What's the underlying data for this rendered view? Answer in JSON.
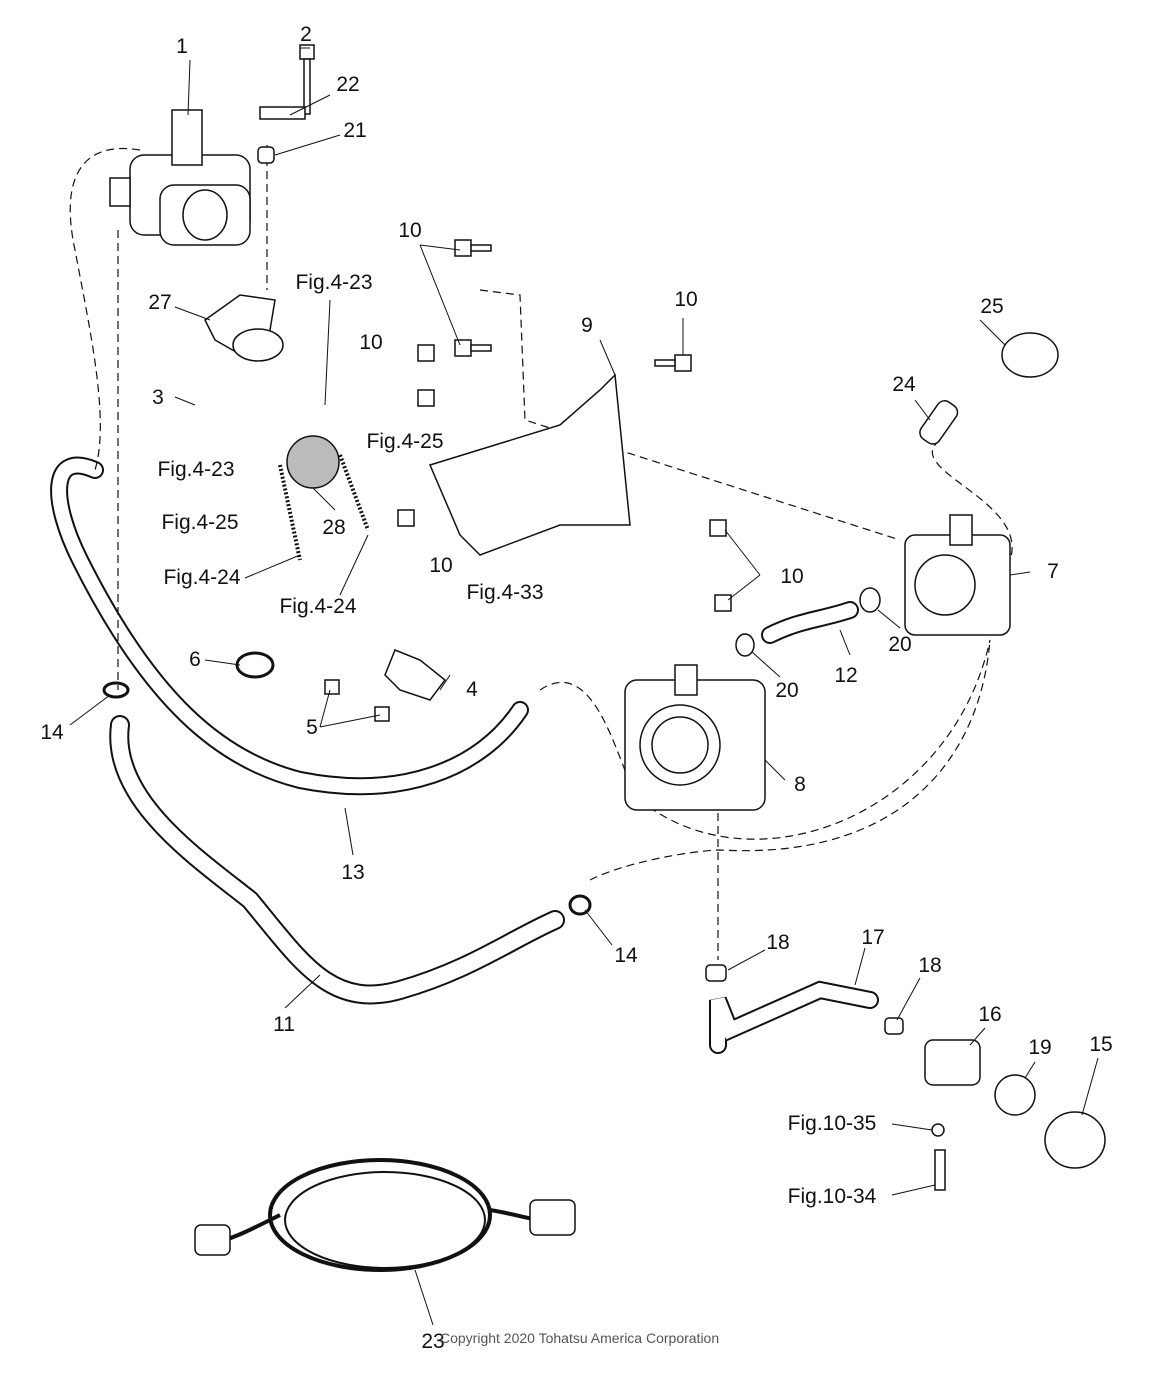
{
  "labels": {
    "l1": "1",
    "l2": "2",
    "l22": "22",
    "l21": "21",
    "l27": "27",
    "f423a": "Fig.4-23",
    "l10a": "10",
    "l10b": "10",
    "l25": "25",
    "l9": "9",
    "l10c": "10",
    "l24": "24",
    "l3": "3",
    "f423b": "Fig.4-23",
    "f425a": "Fig.4-25",
    "f425b": "Fig.4-25",
    "l28": "28",
    "l10d": "10",
    "l10e": "10",
    "l7": "7",
    "f424a": "Fig.4-24",
    "f424b": "Fig.4-24",
    "f433": "Fig.4-33",
    "l6": "6",
    "l20a": "20",
    "l12": "12",
    "l4": "4",
    "l20b": "20",
    "l14a": "14",
    "l5": "5",
    "l8": "8",
    "l13": "13",
    "l14b": "14",
    "l18a": "18",
    "l17": "17",
    "l11": "11",
    "l18b": "18",
    "l16": "16",
    "l19": "19",
    "l15": "15",
    "f1035": "Fig.10-35",
    "f1034": "Fig.10-34",
    "l23": "23"
  },
  "copyright": "Copyright 2020 Tohatsu America Corporation",
  "colors": {
    "line": "#111111",
    "fill": "#ffffff",
    "shade": "#d8d8d8"
  }
}
